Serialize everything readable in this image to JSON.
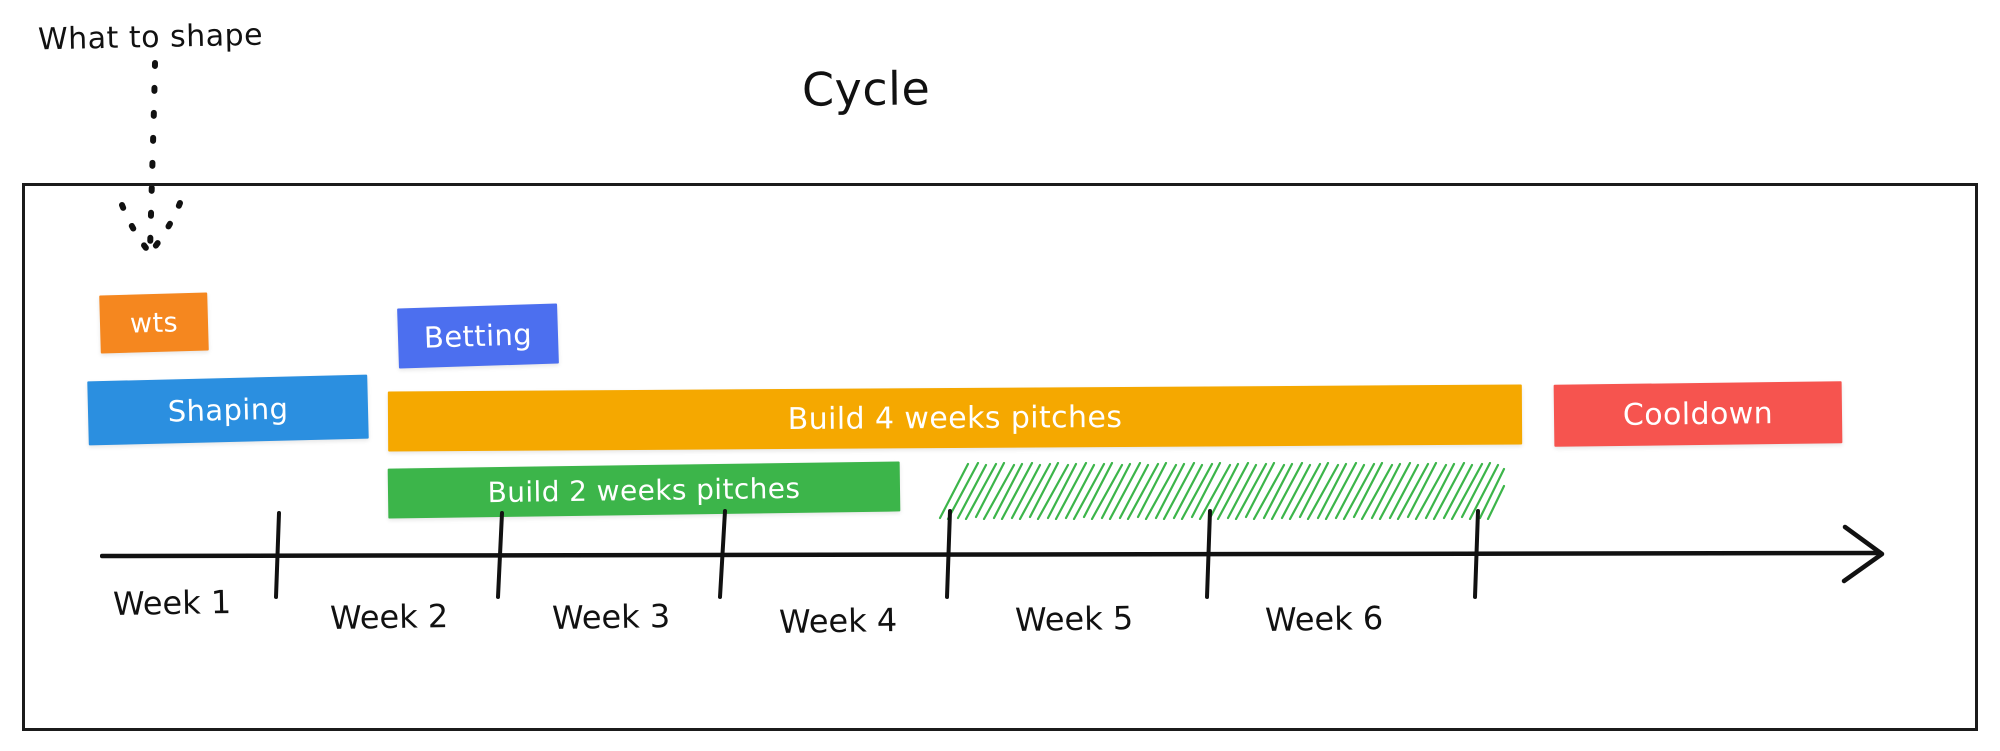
{
  "diagram": {
    "title": "Cycle",
    "annotation_label": "What to shape",
    "type": "timeline-gantt"
  },
  "colors": {
    "wts": "#F5871F",
    "shaping": "#2B8FE0",
    "betting": "#4C6FEF",
    "build4": "#F5A800",
    "build2": "#3CB54A",
    "cooldown": "#F6544F",
    "hatch": "#3CB54A",
    "ink": "#1b1b1b"
  },
  "bars": [
    {
      "id": "wts",
      "label": "wts",
      "start_week": 1,
      "end_week": 1.35,
      "row": 1
    },
    {
      "id": "betting",
      "label": "Betting",
      "start_week": 2.0,
      "end_week": 2.55,
      "row": 1
    },
    {
      "id": "shaping",
      "label": "Shaping",
      "start_week": 1.0,
      "end_week": 1.95,
      "row": 2
    },
    {
      "id": "build4",
      "label": "Build 4 weeks pitches",
      "start_week": 2.0,
      "end_week": 5.95,
      "row": 2
    },
    {
      "id": "cooldown",
      "label": "Cooldown",
      "start_week": 6.05,
      "end_week": 7.0,
      "row": 2
    },
    {
      "id": "build2",
      "label": "Build 2 weeks pitches",
      "start_week": 2.0,
      "end_week": 3.8,
      "row": 3
    }
  ],
  "hatched": {
    "label": "",
    "start_week": 4.0,
    "end_week": 6.0,
    "row": 3,
    "pattern": "diagonal-hatch"
  },
  "axis": {
    "ticks": [
      1,
      2,
      3,
      4,
      5,
      6
    ],
    "arrow": "right",
    "week_labels": [
      {
        "text": "Week 1"
      },
      {
        "text": "Week 2"
      },
      {
        "text": "Week 3"
      },
      {
        "text": "Week 4"
      },
      {
        "text": "Week 5"
      },
      {
        "text": "Week 6"
      }
    ]
  },
  "chart_data": {
    "type": "bar",
    "title": "Cycle",
    "xlabel": "",
    "ylabel": "",
    "categories": [
      "Week 1",
      "Week 2",
      "Week 3",
      "Week 4",
      "Week 5",
      "Week 6"
    ],
    "series": [
      {
        "name": "wts",
        "start": 1.0,
        "end": 1.35
      },
      {
        "name": "Shaping",
        "start": 1.0,
        "end": 1.95
      },
      {
        "name": "Betting",
        "start": 2.0,
        "end": 2.55
      },
      {
        "name": "Build 4 weeks pitches",
        "start": 2.0,
        "end": 5.95
      },
      {
        "name": "Build 2 weeks pitches",
        "start": 2.0,
        "end": 3.8
      },
      {
        "name": "hatched (remaining)",
        "start": 4.0,
        "end": 6.0
      },
      {
        "name": "Cooldown",
        "start": 6.05,
        "end": 7.0
      }
    ],
    "xlim": [
      1,
      7
    ],
    "grid": false,
    "legend": "none"
  }
}
